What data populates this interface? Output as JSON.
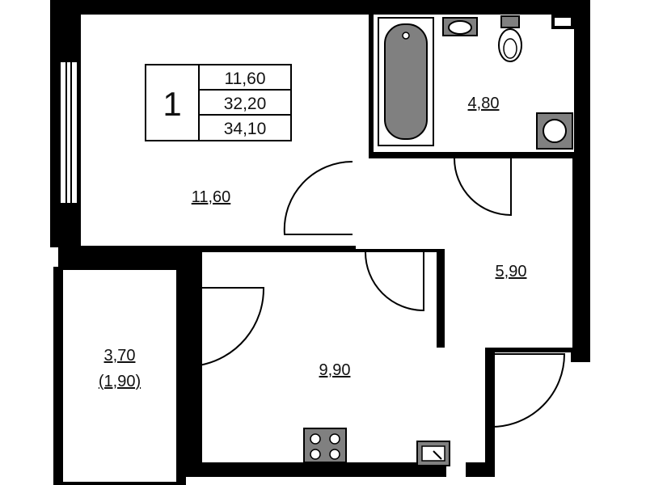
{
  "summary": {
    "rooms": "1",
    "living_area": "11,60",
    "total_area": "32,20",
    "total_area_with_balcony": "34,10"
  },
  "rooms": {
    "living_room": "11,60",
    "bathroom": "4,80",
    "hallway": "5,90",
    "kitchen": "9,90",
    "balcony": "3,70",
    "balcony_reduced": "(1,90)"
  },
  "colors": {
    "wall": "#000000",
    "fixture": "#808080",
    "floor": "#ffffff"
  },
  "icons": [
    "bathtub-icon",
    "sink-icon",
    "toilet-icon",
    "washing-machine-icon",
    "stove-icon",
    "kitchen-sink-icon"
  ]
}
